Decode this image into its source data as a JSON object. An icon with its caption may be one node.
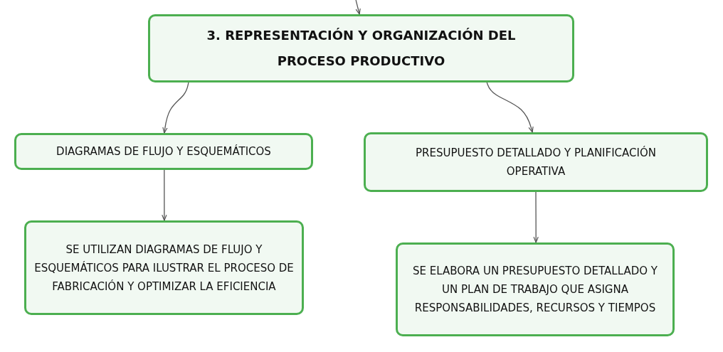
{
  "diagram": {
    "nodes": [
      {
        "text": [
          "3. REPRESENTACIÓN Y ORGANIZACIÓN DEL PROCESO PRODUCTIVO"
        ]
      },
      {
        "text": [
          "DIAGRAMAS DE FLUJO Y ESQUEMÁTICOS"
        ]
      },
      {
        "text": [
          "PRESUPUESTO DETALLADO Y PLANIFICACIÓN OPERATIVA"
        ]
      },
      {
        "text": [
          "SE UTILIZAN DIAGRAMAS DE FLUJO Y ESQUEMÁTICOS PARA ILUSTRAR EL PROCESO DE FABRICACIÓN Y OPTIMIZAR LA EFICIENCIA"
        ]
      },
      {
        "text": [
          "SE ELABORA UN PRESUPUESTO DETALLADO Y UN PLAN DE TRABAJO QUE ASIGNA RESPONSABILIDADES, RECURSOS Y TIEMPOS"
        ]
      }
    ],
    "edges": [
      {
        "from": null,
        "to": 0,
        "arrow": "to"
      },
      {
        "from": 0,
        "to": 1,
        "arrow": "to"
      },
      {
        "from": 0,
        "to": 2,
        "arrow": "to"
      },
      {
        "from": 1,
        "to": 3,
        "arrow": "to"
      },
      {
        "from": 2,
        "to": 4,
        "arrow": "to"
      }
    ]
  }
}
